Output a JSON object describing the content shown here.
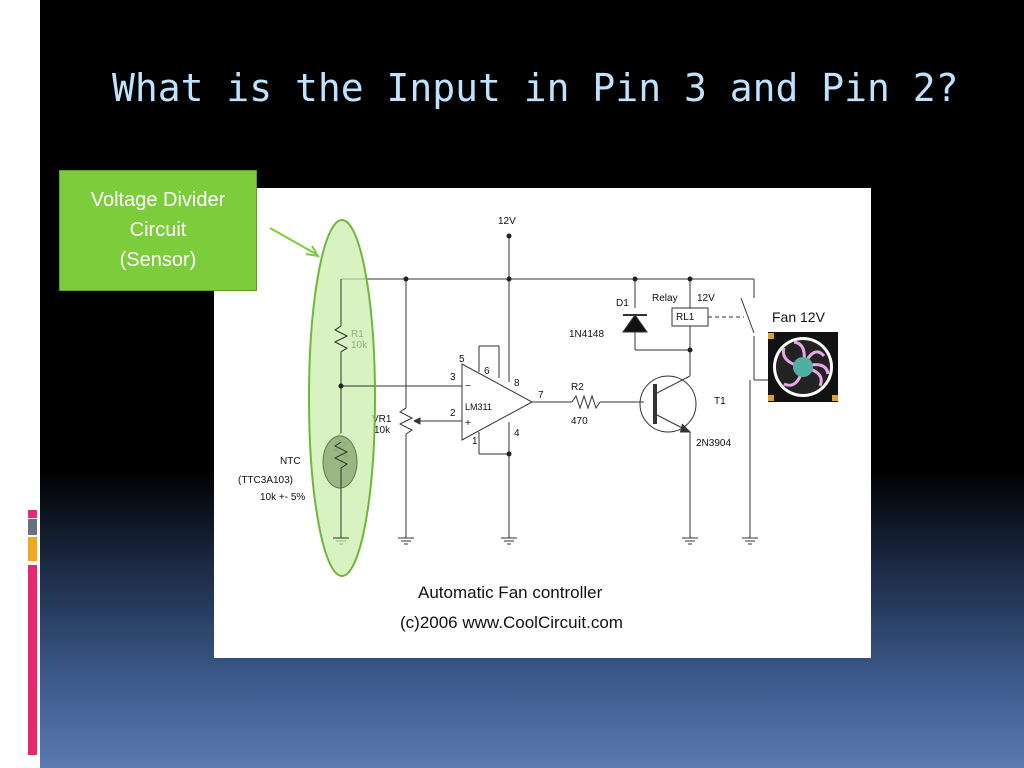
{
  "slide": {
    "title": "What is the Input in Pin 3 and Pin 2?"
  },
  "callout": {
    "line1": "Voltage Divider",
    "line2": "Circuit",
    "line3": "(Sensor)"
  },
  "diagram": {
    "supply_label": "12V",
    "r1_name": "R1",
    "r1_value": "10k",
    "vr1_name": "VR1",
    "vr1_value": "10k",
    "ntc_name": "NTC",
    "ntc_part": "(TTC3A103)",
    "ntc_value": "10k +- 5%",
    "opamp_name": "LM311",
    "pin5": "5",
    "pin6": "6",
    "pin3": "3",
    "pin2": "2",
    "pin8": "8",
    "pin7": "7",
    "pin4": "4",
    "pin1": "1",
    "minus": "−",
    "plus": "+",
    "r2_name": "R2",
    "r2_value": "470",
    "d1_name": "D1",
    "d1_part": "1N4148",
    "relay_label": "Relay",
    "relay_voltage": "12V",
    "relay_name": "RL1",
    "t1_name": "T1",
    "t1_part": "2N3904",
    "fan_label": "Fan 12V",
    "caption1": "Automatic Fan controller",
    "caption2": "(c)2006 www.CoolCircuit.com"
  },
  "colors": {
    "title": "#bfe3ff",
    "callout_bg": "#7ccc3c",
    "highlight_fill": "#c8eea6",
    "highlight_stroke": "#6cb83a",
    "accent_pink": "#e8286e",
    "accent_gray": "#8a8a8a",
    "accent_orange": "#f0a020"
  }
}
